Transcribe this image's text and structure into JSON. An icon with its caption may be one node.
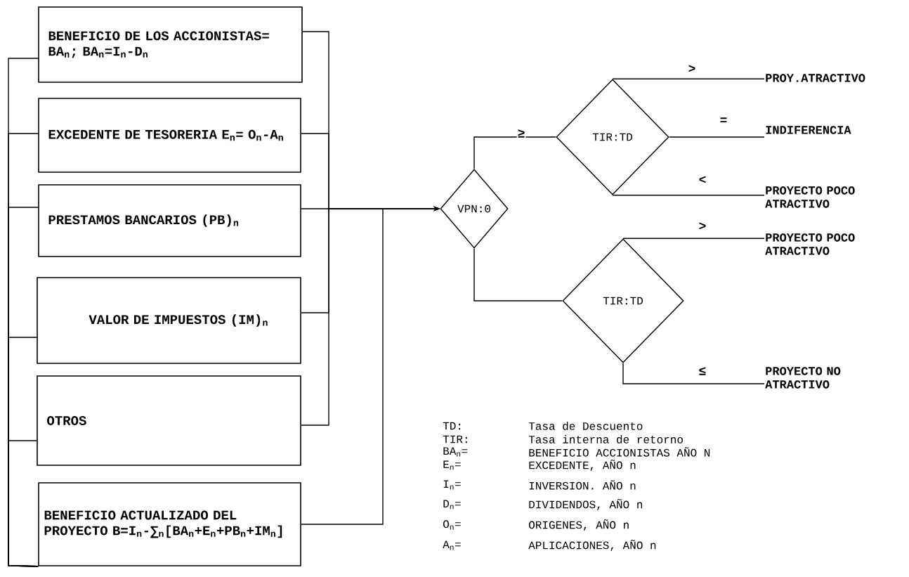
{
  "diagram": {
    "nodes": [
      {
        "text": [
          "BENEFICIO DE LOS ACCIONISTAS= BA$_{n}$; BA$_{n}$=I$_{n}$-D$_{n}$"
        ]
      },
      {
        "text": [
          "EXCEDENTE DE TESORERIA E$_{n}$= O$_{n}$-A$_{n}$"
        ]
      },
      {
        "text": [
          "PRESTAMOS BANCARIOS (PB)$_{n}$"
        ]
      },
      {
        "text": [
          "VALOR DE IMPUESTOS (IM)$_{n}$"
        ]
      },
      {
        "text": [
          "OTROS"
        ]
      },
      {
        "text": [
          "BENEFICIO ACTUALIZADO DEL PROYECTO B=I$_{n}$-∑$_{n}$[BA$_{n}$+E$_{n}$+PB$_{n}$+IM$_{n}$]"
        ]
      },
      {
        "text": [
          "VPN:0"
        ]
      },
      {
        "text": [
          "TIR:TD"
        ]
      },
      {
        "text": [
          "TIR:TD"
        ]
      },
      {
        "text": [
          "PROY.ATRACTIVO"
        ]
      },
      {
        "text": [
          "INDIFERENCIA"
        ]
      },
      {
        "text": [
          "PROYECTO POCO ATRACTIVO"
        ]
      },
      {
        "text": [
          "PROYECTO POCO ATRACTIVO"
        ]
      },
      {
        "text": [
          "PROYECTO NO ATRACTIVO"
        ]
      }
    ],
    "edges": [
      {
        "from": 0,
        "to": 6,
        "arrow": "to"
      },
      {
        "from": 1,
        "to": 6,
        "arrow": "to"
      },
      {
        "from": 2,
        "to": 6,
        "arrow": "to"
      },
      {
        "from": 3,
        "to": 6,
        "arrow": "to"
      },
      {
        "from": 4,
        "to": 6,
        "arrow": "to"
      },
      {
        "from": 5,
        "to": 6,
        "arrow": "to"
      },
      {
        "from": 5,
        "to": 0,
        "arrow": "none"
      },
      {
        "from": 5,
        "to": 1,
        "arrow": "none"
      },
      {
        "from": 5,
        "to": 2,
        "arrow": "none"
      },
      {
        "from": 5,
        "to": 3,
        "arrow": "none"
      },
      {
        "from": 5,
        "to": 4,
        "arrow": "none"
      },
      {
        "from": 6,
        "to": 7,
        "arrow": "none",
        "label": "≥"
      },
      {
        "from": 6,
        "to": 8,
        "arrow": "none"
      },
      {
        "from": 7,
        "to": 9,
        "arrow": "none",
        "label": ">"
      },
      {
        "from": 7,
        "to": 10,
        "arrow": "none",
        "label": "="
      },
      {
        "from": 7,
        "to": 11,
        "arrow": "none",
        "label": "<"
      },
      {
        "from": 8,
        "to": 12,
        "arrow": "none",
        "label": ">"
      },
      {
        "from": 8,
        "to": 13,
        "arrow": "none",
        "label": "≤"
      }
    ],
    "labels": [
      "TD:",
      "Tasa de Descuento",
      "TIR:",
      "Tasa interna de retorno",
      "BA$_{n}$=",
      "BENEFICIO ACCIONISTAS AÑO N",
      "E$_{n}$=",
      "EXCEDENTE, AÑO n",
      "I$_{n}$=",
      "INVERSION. AÑO n",
      "D$_{n}$=",
      "DIVIDENDOS, AÑO n",
      "O$_{n}$=",
      "ORIGENES, AÑO n",
      "A$_{n}$=",
      "APLICACIONES, AÑO n"
    ]
  }
}
